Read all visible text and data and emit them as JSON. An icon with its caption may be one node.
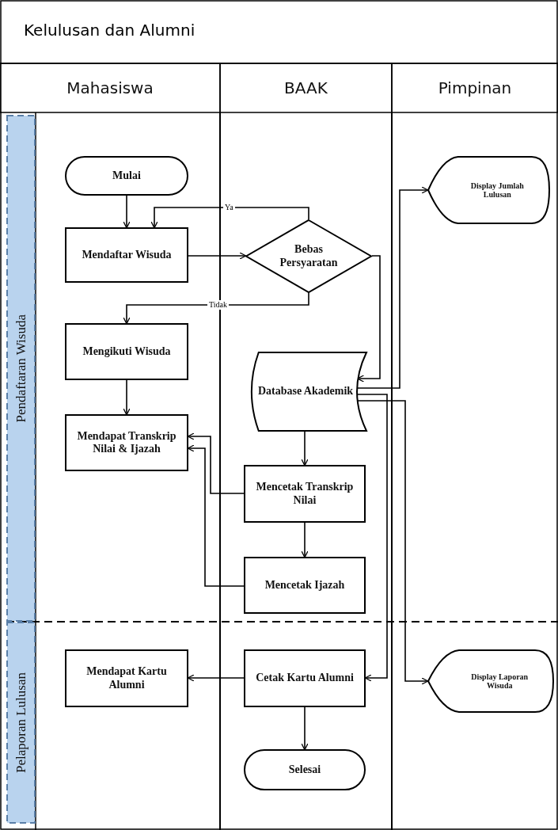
{
  "diagram": {
    "title": "Kelulusan dan Alumni",
    "nodes": [
      {
        "text": [
          "Mahasiswa"
        ]
      },
      {
        "text": [
          "BAAK"
        ]
      },
      {
        "text": [
          "Pimpinan"
        ]
      },
      {
        "text": [
          "Pendaftaran Wisuda"
        ]
      },
      {
        "text": [
          "Pelaporan Lulusan"
        ]
      },
      {
        "text": [
          "Mulai"
        ]
      },
      {
        "text": [
          "Mendaftar Wisuda"
        ]
      },
      {
        "text": [
          "Bebas Persyaratan"
        ]
      },
      {
        "text": [
          "Display Jumlah Lulusan"
        ]
      },
      {
        "text": [
          "Mengikuti Wisuda"
        ]
      },
      {
        "text": [
          "Database Akademik"
        ]
      },
      {
        "text": [
          "Mendapat Transkrip Nilai & Ijazah"
        ]
      },
      {
        "text": [
          "Mencetak Transkrip Nilai"
        ]
      },
      {
        "text": [
          "Mencetak Ijazah"
        ]
      },
      {
        "text": [
          "Mendapat Kartu Alumni"
        ]
      },
      {
        "text": [
          "Cetak Kartu Alumni"
        ]
      },
      {
        "text": [
          "Display Laporan Wisuda"
        ]
      },
      {
        "text": [
          "Selesai"
        ]
      }
    ],
    "edges": [
      {
        "from": 5,
        "to": 6,
        "arrow": "to"
      },
      {
        "from": 7,
        "to": 6,
        "arrow": "to",
        "label": "Ya"
      },
      {
        "from": 6,
        "to": 7,
        "arrow": "to"
      },
      {
        "from": 7,
        "to": 10,
        "arrow": "to"
      },
      {
        "from": 7,
        "to": 9,
        "arrow": "to",
        "label": "Tidak"
      },
      {
        "from": 9,
        "to": 11,
        "arrow": "to"
      },
      {
        "from": 10,
        "to": 12,
        "arrow": "to"
      },
      {
        "from": 12,
        "to": 11,
        "arrow": "to"
      },
      {
        "from": 13,
        "to": 11,
        "arrow": "to"
      },
      {
        "from": 12,
        "to": 13,
        "arrow": "to"
      },
      {
        "from": 10,
        "to": 8,
        "arrow": "to"
      },
      {
        "from": 10,
        "to": 15,
        "arrow": "to"
      },
      {
        "from": 10,
        "to": 16,
        "arrow": "to"
      },
      {
        "from": 15,
        "to": 14,
        "arrow": "to"
      },
      {
        "from": 15,
        "to": 17,
        "arrow": "to"
      }
    ]
  }
}
